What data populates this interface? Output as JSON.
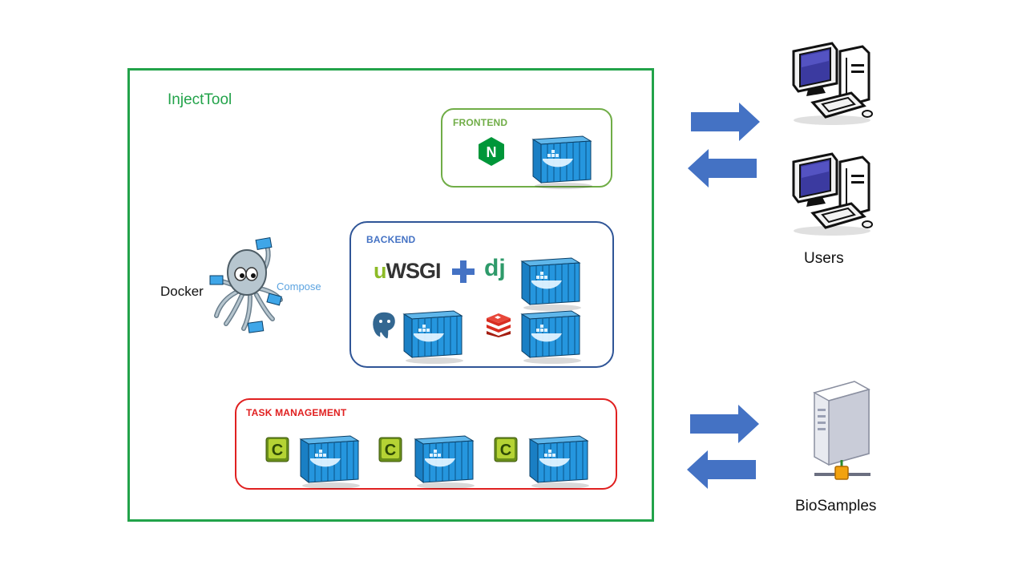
{
  "diagram": {
    "app_title": "InjectTool",
    "groups": {
      "frontend": {
        "label": "FRONTEND",
        "color": "#70ad47"
      },
      "backend": {
        "label": "BACKEND",
        "color": "#4472c4"
      },
      "task_management": {
        "label": "TASK MANAGEMENT",
        "color": "#e02020"
      }
    },
    "orchestrator": {
      "label": "Docker",
      "sub_label": "Compose"
    },
    "services": {
      "uwsgi": "uWSGI",
      "django": "dj",
      "nginx": "N",
      "celery": "C"
    },
    "external": {
      "users_label": "Users",
      "biosamples_label": "BioSamples"
    },
    "colors": {
      "main_border": "#22a34a",
      "arrow": "#4472c4",
      "container": "#1f8fd6"
    }
  }
}
